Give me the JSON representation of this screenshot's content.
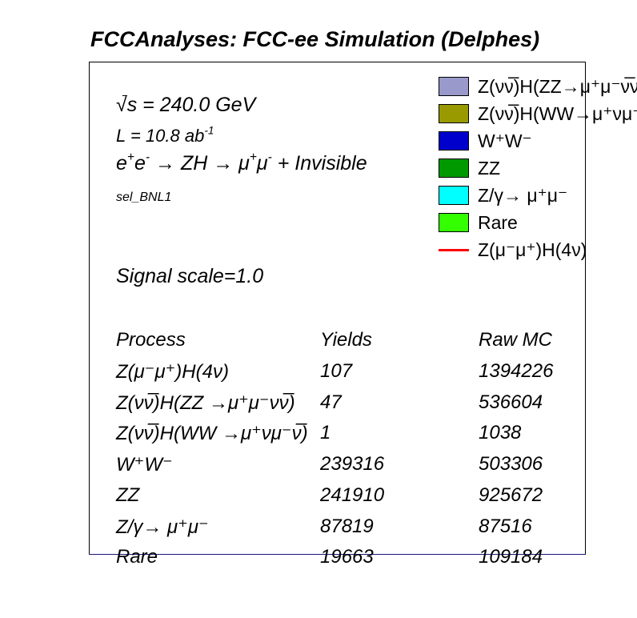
{
  "chart_data": {
    "type": "table",
    "title": "FCCAnalyses: FCC-ee Simulation (Delphes)",
    "info": {
      "energy": "s = 240.0 GeV",
      "lumi": "L = 10.8 ab",
      "lumi_exp": "-1",
      "process_prefix": "e",
      "process_body": " → ZH → μ",
      "process_suffix": " + Invisible",
      "selection": "sel_BNL1",
      "signal_scale": "Signal scale=1.0"
    },
    "legend": [
      {
        "label": "Z(νν̅)H(ZZ→μ⁺μ⁻ν̅ν)",
        "color": "#9999cc",
        "kind": "box"
      },
      {
        "label": "Z(νν̅)H(WW→μ⁺νμ⁻ν̅)",
        "color": "#999900",
        "kind": "box"
      },
      {
        "label": "W⁺W⁻",
        "color": "#0000cc",
        "kind": "box"
      },
      {
        "label": "ZZ",
        "color": "#009900",
        "kind": "box"
      },
      {
        "label": "Z/γ→ μ⁺μ⁻",
        "color": "#00ffff",
        "kind": "box"
      },
      {
        "label": "Rare",
        "color": "#33ff00",
        "kind": "box"
      },
      {
        "label": "Z(μ⁻μ⁺)H(4ν)",
        "color": "#ff0000",
        "kind": "line"
      }
    ],
    "columns": [
      "Process",
      "Yields",
      "Raw MC"
    ],
    "rows": [
      {
        "process": "Z(μ⁻μ⁺)H(4ν)",
        "yield": 107,
        "raw_mc": 1394226
      },
      {
        "process": "Z(νν̅)H(ZZ →μ⁺μ⁻νν̅)",
        "yield": 47,
        "raw_mc": 536604
      },
      {
        "process": "Z(νν̅)H(WW →μ⁺νμ⁻ν̅)",
        "yield": 1,
        "raw_mc": 1038
      },
      {
        "process": "W⁺W⁻",
        "yield": 239316,
        "raw_mc": 503306
      },
      {
        "process": "ZZ",
        "yield": 241910,
        "raw_mc": 925672
      },
      {
        "process": "Z/γ→ μ⁺μ⁻",
        "yield": 87819,
        "raw_mc": 87516
      },
      {
        "process": "Rare",
        "yield": 19663,
        "raw_mc": 109184
      }
    ]
  }
}
